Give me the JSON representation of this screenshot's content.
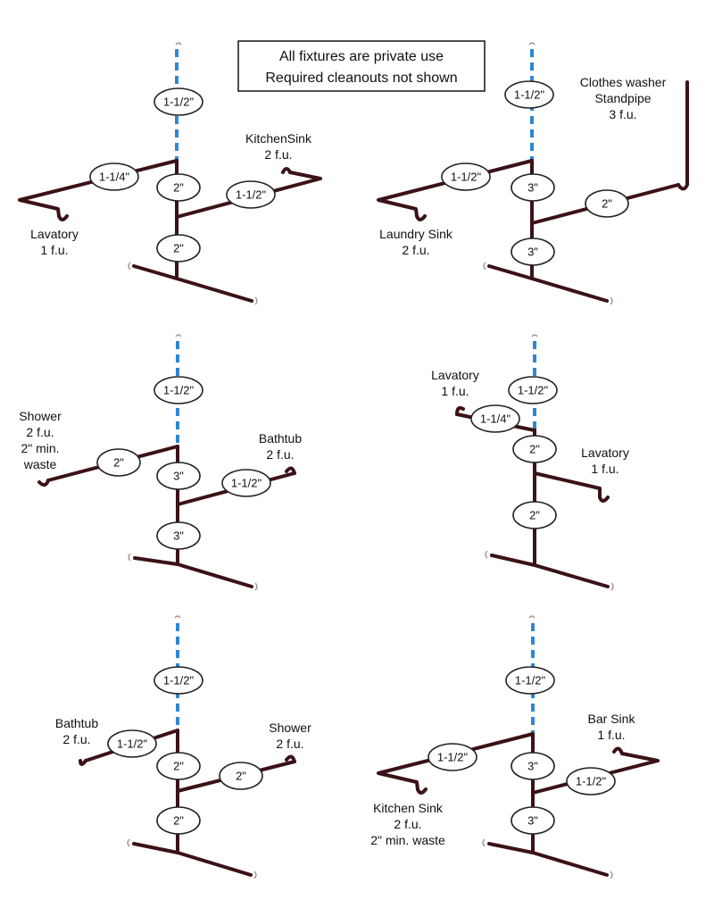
{
  "note": {
    "line1": "All fixtures are private use",
    "line2": "Required cleanouts not shown"
  },
  "diagrams": [
    {
      "vent_size": "1-1/2\"",
      "left_branch_size": "1-1/4\"",
      "upper_stack_size": "2\"",
      "right_branch_size": "1-1/2\"",
      "lower_stack_size": "2\"",
      "left_fixture": [
        "Lavatory",
        "1 f.u."
      ],
      "right_fixture": [
        "KitchenSink",
        "2 f.u."
      ]
    },
    {
      "vent_size": "1-1/2\"",
      "left_branch_size": "1-1/2\"",
      "upper_stack_size": "3\"",
      "right_branch_size": "2\"",
      "lower_stack_size": "3\"",
      "left_fixture": [
        "Laundry Sink",
        "2 f.u."
      ],
      "right_fixture": [
        "Clothes washer",
        "Standpipe",
        "3 f.u."
      ]
    },
    {
      "vent_size": "1-1/2\"",
      "left_branch_size": "2\"",
      "upper_stack_size": "3\"",
      "right_branch_size": "1-1/2\"",
      "lower_stack_size": "3\"",
      "left_fixture": [
        "Shower",
        "2 f.u.",
        "2\" min.",
        "waste"
      ],
      "right_fixture": [
        "Bathtub",
        "2 f.u."
      ]
    },
    {
      "vent_size": "1-1/2\"",
      "left_branch_size": "1-1/4\"",
      "upper_stack_size": "2\"",
      "lower_stack_size": "2\"",
      "left_fixture": [
        "Lavatory",
        "1 f.u."
      ],
      "right_fixture": [
        "Lavatory",
        "1 f.u."
      ]
    },
    {
      "vent_size": "1-1/2\"",
      "left_branch_size": "1-1/2\"",
      "upper_stack_size": "2\"",
      "right_branch_size": "2\"",
      "lower_stack_size": "2\"",
      "left_fixture": [
        "Bathtub",
        "2 f.u."
      ],
      "right_fixture": [
        "Shower",
        "2 f.u."
      ]
    },
    {
      "vent_size": "1-1/2\"",
      "left_branch_size": "1-1/2\"",
      "upper_stack_size": "3\"",
      "right_branch_size": "1-1/2\"",
      "lower_stack_size": "3\"",
      "left_fixture": [
        "Kitchen Sink",
        "2 f.u.",
        "2\" min. waste"
      ],
      "right_fixture": [
        "Bar Sink",
        "1 f.u."
      ]
    }
  ],
  "colors": {
    "pipe": "#3b1216",
    "vent": "#2e86d6"
  }
}
